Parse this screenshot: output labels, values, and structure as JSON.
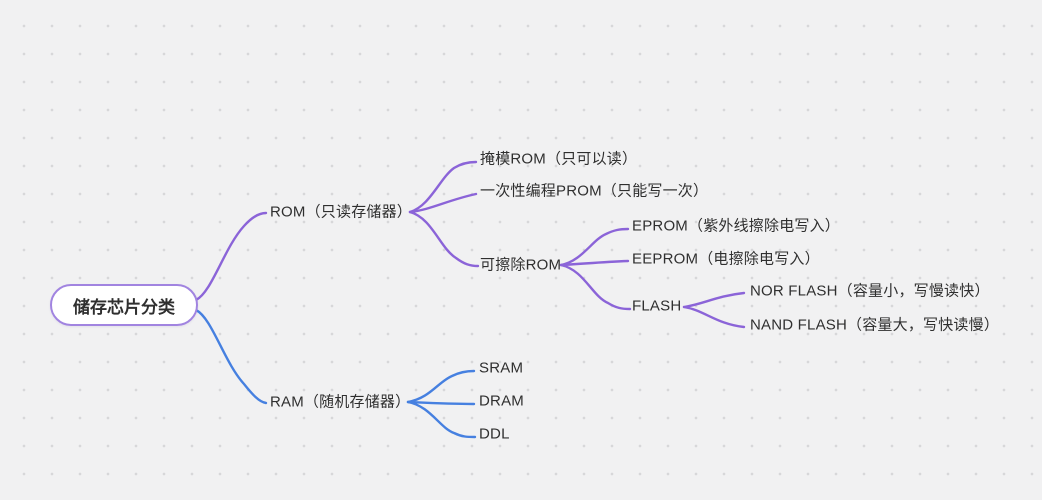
{
  "tree": {
    "label": "储存芯片分类",
    "children": [
      {
        "label": "ROM（只读存储器）",
        "children": [
          {
            "label": "掩模ROM（只可以读）"
          },
          {
            "label": "一次性编程PROM（只能写一次）"
          },
          {
            "label": "可擦除ROM",
            "children": [
              {
                "label": "EPROM（紫外线擦除电写入）"
              },
              {
                "label": "EEPROM（电擦除电写入）"
              },
              {
                "label": "FLASH",
                "children": [
                  {
                    "label": "NOR FLASH（容量小，写慢读快）"
                  },
                  {
                    "label": "NAND FLASH（容量大，写快读慢）"
                  }
                ]
              }
            ]
          }
        ]
      },
      {
        "label": "RAM（随机存储器）",
        "children": [
          {
            "label": "SRAM"
          },
          {
            "label": "DRAM"
          },
          {
            "label": "DDL"
          }
        ]
      }
    ]
  },
  "colors": {
    "rom_branch": "#8b64d8",
    "ram_branch": "#4680e0",
    "root_border": "#a184e0",
    "text": "#2f2f2f",
    "background": "#f1f1f2",
    "dot": "#d7d7d9"
  }
}
